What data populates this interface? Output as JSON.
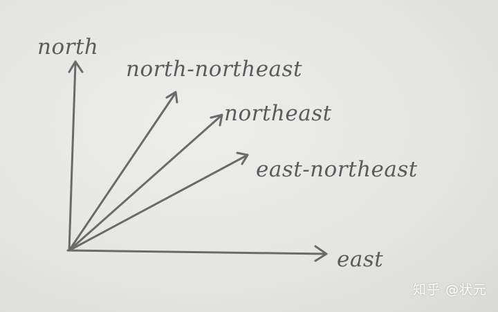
{
  "diagram": {
    "labels": {
      "north": "north",
      "north_northeast": "north-northeast",
      "northeast": "northeast",
      "east_northeast": "east-northeast",
      "east": "east"
    }
  },
  "watermark": {
    "text": "知乎 @状元"
  },
  "colors": {
    "paper": "#e6e6e3",
    "pencil": "#6a6a6a",
    "watermark": "#ffffff"
  }
}
